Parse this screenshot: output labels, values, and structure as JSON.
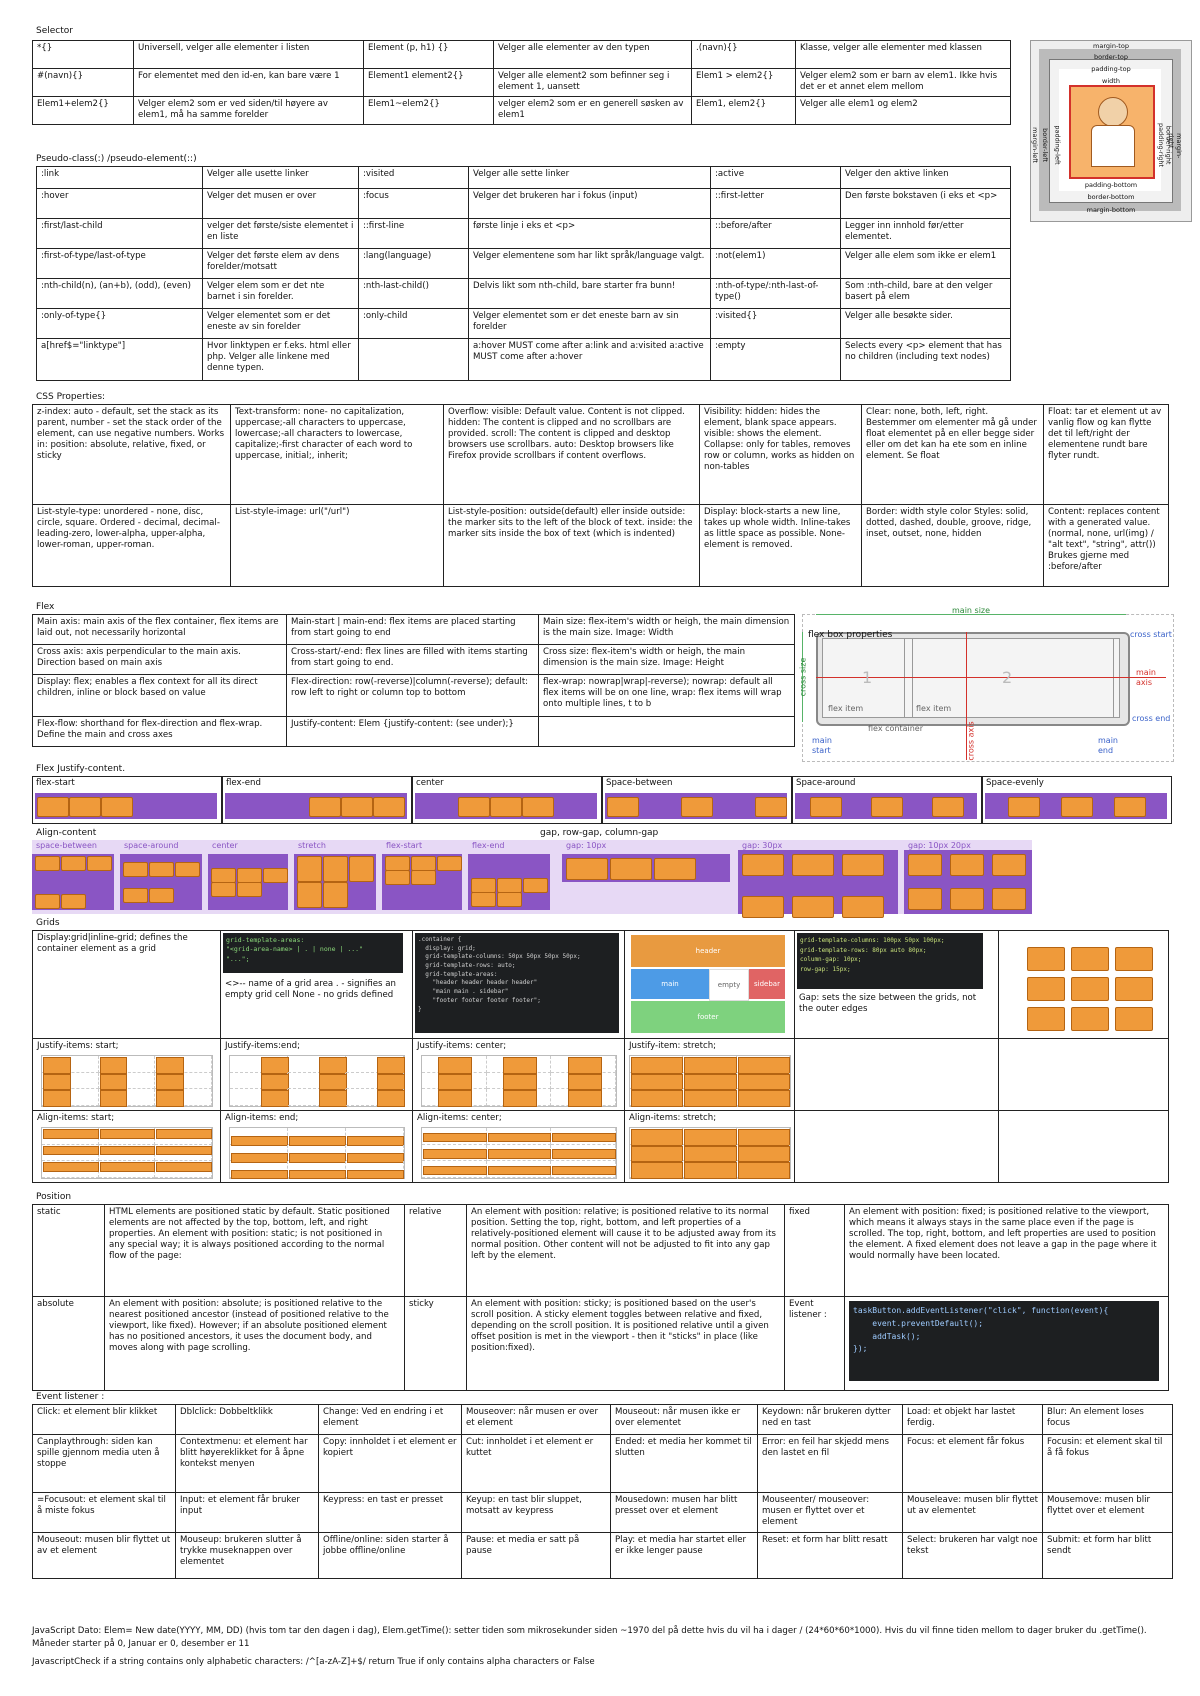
{
  "sections": {
    "selector": "Selector",
    "pseudo": "Pseudo-class(:) /pseudo-element(::)",
    "css": "CSS Properties:",
    "flex": "Flex",
    "flex_justify": "Flex Justify-content.",
    "align_content": "Align-content",
    "gap_title": "gap, row-gap, column-gap",
    "grids": "Grids",
    "position": "Position",
    "event": "Event listener :"
  },
  "selector_rows": [
    [
      "*{}",
      "Universell, velger alle elementer i listen",
      "Element (p, h1) {}",
      "Velger alle elementer av den typen",
      ".(navn){}",
      "Klasse, velger alle elementer med klassen"
    ],
    [
      "#(navn){}",
      "For elementet med den id-en, kan bare være 1",
      "Element1 element2{}",
      "Velger alle element2 som befinner seg i element 1, uansett",
      "Elem1 > elem2{}",
      "Velger elem2 som er barn av elem1. Ikke hvis det er et annet elem mellom"
    ],
    [
      "Elem1+elem2{}",
      "Velger elem2 som er ved siden/til høyere av elem1, må ha samme forelder",
      "Elem1~elem2{}",
      "velger elem2 som er en generell søsken av elem1",
      "Elem1, elem2{}",
      "Velger alle elem1 og elem2"
    ]
  ],
  "box_model": {
    "margin_top": "margin-top",
    "border_top": "border-top",
    "padding_top": "padding-top",
    "width": "width",
    "padding_bottom": "padding-bottom",
    "border_bottom": "border-bottom",
    "margin_bottom": "margin-bottom",
    "margin_left": "margin-left",
    "border_left": "border-left",
    "padding_left": "padding-left",
    "padding_right": "padding-right",
    "border_right": "border-right",
    "margin_right": "margin-right"
  },
  "pseudo_rows": [
    [
      ":link",
      "Velger alle usette linker",
      ":visited",
      "Velger alle sette linker",
      ":active",
      "Velger den aktive linken"
    ],
    [
      ":hover",
      "Velger det musen er over",
      ":focus",
      "Velger det brukeren har i fokus (input)",
      "::first-letter",
      "Den første bokstaven (i eks et <p>"
    ],
    [
      ":first/last-child",
      "velger det første/siste elementet i en liste",
      "::first-line",
      "første linje i eks et <p>",
      "::before/after",
      "Legger inn innhold før/etter elementet."
    ],
    [
      ":first-of-type/last-of-type",
      "Velger det første elem av dens forelder/motsatt",
      ":lang(language)",
      "Velger elementene som har likt språk/language valgt.",
      ":not(elem1)",
      "Velger alle elem som ikke er elem1"
    ],
    [
      ":nth-child(n), (an+b), (odd), (even)",
      "Velger elem som er det nte barnet i sin forelder.",
      ":nth-last-child()",
      "Delvis likt som nth-child, bare starter fra bunn!",
      ":nth-of-type/:nth-last-of-type()",
      "Som :nth-child, bare at den velger basert på elem"
    ],
    [
      ":only-of-type{}",
      "Velger elementet som er det eneste av sin forelder",
      ":only-child",
      "Velger elementet som er det eneste barn av sin forelder",
      ":visited{}",
      "Velger alle besøkte sider."
    ],
    [
      "a[href$=\"linktype\"]",
      "Hvor linktypen er f.eks. html eller php. Velger alle linkene med denne typen.",
      "",
      "a:hover MUST come after a:link and a:visited a:active MUST come after a:hover",
      ":empty",
      "Selects every <p> element that has no children (including text nodes)"
    ]
  ],
  "css_row1": [
    "z-index: auto - default, set the stack as its parent, number - set the stack order of the element, can use negative numbers. Works in: position: absolute, relative, fixed, or sticky",
    "Text-transform: none- no capitalization, uppercase;-all characters to uppercase, lowercase;-all characters to lowercase, capitalize;-first character of each word to uppercase, initial;, inherit;",
    "Overflow: visible: Default value. Content is not clipped. hidden: The content is clipped and no scrollbars are provided. scroll: The content is clipped and desktop browsers use scrollbars. auto: Desktop browsers like Firefox provide scrollbars if content overflows.",
    "Visibility: hidden: hides the element, blank space appears. visible: shows the element. Collapse: only for tables, removes row or column, works as hidden on non-tables",
    "Clear: none, both, left, right. Bestemmer om elementer må gå under float elementet på en eller begge sider eller om det kan ha ete som en inline element. Se float",
    "Float: tar et element ut av vanlig flow og kan flytte det til left/right der elementene rundt bare flyter rundt."
  ],
  "css_row2": [
    "List-style-type: unordered - none, disc, circle, square. Ordered - decimal, decimal-leading-zero, lower-alpha, upper-alpha, lower-roman, upper-roman.",
    "List-style-image: url(\"/url\")",
    "List-style-position: outside(default) eller inside outside: the marker sits to the left of the block of text. inside: the marker sits inside the box of text (which is indented)",
    "Display: block-starts a new line, takes up whole width. Inline-takes as little space as possible. None-element is removed.",
    "Border: width style color Styles: solid, dotted, dashed, double, groove, ridge, inset, outset, none, hidden",
    "Content: replaces content with a generated value. (normal, none, url(img) / \"alt text\", \"string\", attr()) Brukes gjerne med :before/after"
  ],
  "flex_rows": [
    [
      "Main axis: main axis of the flex container, flex items are laid out, not necessarily horizontal",
      "Main-start | main-end: flex items are placed starting from start going to end",
      "Main size: flex-item's width or heigh, the main dimension is the main size. Image: Width"
    ],
    [
      "Cross axis: axis perpendicular to the main axis. Direction based on main axis",
      "Cross-start/-end: flex lines are filled with items starting from start going to end.",
      "Cross size: flex-item's width or heigh, the main dimension is the main size. Image: Height"
    ],
    [
      "Display: flex; enables a flex context for all its direct children, inline or block based on value",
      "Flex-direction: row(-reverse)|column(-reverse); default: row left to right or column top to bottom",
      "flex-wrap: nowrap|wrap|-reverse); nowrap: default all flex items will be on one line, wrap: flex items will wrap onto multiple lines, t to b"
    ],
    [
      "Flex-flow: shorthand for flex-direction and flex-wrap. Define the main and cross axes",
      "Justify-content: Elem {justify-content: (see under);}",
      ""
    ]
  ],
  "flex_diagram": {
    "title": "flex box properties",
    "main_size": "main size",
    "cross_start": "cross start",
    "main_axis": "main axis",
    "cross_end": "cross end",
    "cross_size": "cross size",
    "item1": "1",
    "item2": "2",
    "flex_item": "flex item",
    "flex_container": "flex container",
    "main_start": "main start",
    "main_end": "main end",
    "cross_axis": "cross axis"
  },
  "justify_labels": [
    "flex-start",
    "flex-end",
    "center",
    "Space-between",
    "Space-around",
    "Space-evenly"
  ],
  "align_labels": [
    "space-between",
    "space-around",
    "center",
    "stretch",
    "flex-start",
    "flex-end"
  ],
  "gap_labels": [
    "gap: 10px",
    "gap: 30px",
    "gap: 10px 20px"
  ],
  "grids": {
    "display": "Display:grid|inline-grid; defines the container element as a grid",
    "areas_note": "<>-- name of a grid area . - signifies an empty grid cell None - no grids defined",
    "gap_note": "Gap: sets the size between the grids, not the outer edges",
    "layout": {
      "header": "header",
      "main": "main",
      "empty": "empty",
      "sidebar": "sidebar",
      "footer": "footer"
    },
    "justify": [
      "Justify-items: start;",
      "Justify-items:end;",
      "Justify-items: center;",
      "Justify-item: stretch;"
    ],
    "align": [
      "Align-items: start;",
      "Align-items: end;",
      "Align-items: center;",
      "Align-items: stretch;"
    ],
    "code1": [
      "grid-template-areas:",
      "\"<grid-area-name> | . | none | ...\"",
      "\"...\";"
    ],
    "code2": [
      ".container {",
      "  display: grid;",
      "  grid-template-columns: 50px 50px 50px 50px;",
      "  grid-template-rows: auto;",
      "  grid-template-areas:",
      "    \"header header header header\"",
      "    \"main main . sidebar\"",
      "    \"footer footer footer footer\";",
      "}"
    ],
    "code3": [
      "grid-template-columns: 100px 50px 100px;",
      "grid-template-rows: 80px auto 80px;",
      "column-gap: 10px;",
      "row-gap: 15px;"
    ]
  },
  "position_rows": [
    [
      "static",
      "HTML elements are positioned static by default. Static positioned elements are not affected by the top, bottom, left, and right properties. An element with position: static; is not positioned in any special way; it is always positioned according to the normal flow of the page:",
      "relative",
      "An element with position: relative; is positioned relative to its normal position. Setting the top, right, bottom, and left properties of a relatively-positioned element will cause it to be adjusted away from its normal position. Other content will not be adjusted to fit into any gap left by the element.",
      "fixed",
      "An element with position: fixed; is positioned relative to the viewport, which means it always stays in the same place even if the page is scrolled. The top, right, bottom, and left properties are used to position the element. A fixed element does not leave a gap in the page where it would normally have been located."
    ],
    [
      "absolute",
      "An element with position: absolute; is positioned relative to the nearest positioned ancestor (instead of positioned relative to the viewport, like fixed). However; if an absolute positioned element has no positioned ancestors, it uses the document body, and moves along with page scrolling.",
      "sticky",
      "An element with position: sticky; is positioned based on the user's scroll position. A sticky element toggles between relative and fixed, depending on the scroll position. It is positioned relative until a given offset position is met in the viewport - then it \"sticks\" in place (like position:fixed).",
      "Event listener :",
      ""
    ]
  ],
  "event_code": [
    "taskButton.addEventListener(\"click\", function(event){",
    "    event.preventDefault();",
    "    addTask();",
    "});"
  ],
  "event_rows": [
    [
      "Click: et element blir klikket",
      "Dblclick: Dobbeltklikk",
      "Change: Ved en endring i et element",
      "Mouseover: når musen er over et element",
      "Mouseout: når musen ikke er over elementet",
      "Keydown: når brukeren dytter ned en tast",
      "Load: et objekt har lastet ferdig.",
      "Blur: An element loses focus"
    ],
    [
      "Canplaythrough: siden kan spille gjennom media uten å stoppe",
      "Contextmenu: et element har blitt høyereklikket for å åpne kontekst menyen",
      "Copy: innholdet i et element er kopiert",
      "Cut: innholdet i et element er kuttet",
      "Ended: et media her kommet til slutten",
      "Error: en feil har skjedd mens den lastet en fil",
      "Focus: et element får fokus",
      "Focusin: et element skal til å få fokus"
    ],
    [
      "=Focusout: et element skal til å miste fokus",
      "Input: et element får bruker input",
      "Keypress: en tast er presset",
      "Keyup: en tast blir sluppet, motsatt av keypress",
      "Mousedown: musen har blitt presset over et element",
      "Mouseenter/ mouseover: musen er flyttet over et element",
      "Mouseleave: musen blir flyttet ut av elementet",
      "Mousemove: musen blir flyttet over et element"
    ],
    [
      "Mouseout: musen blir flyttet ut av et element",
      "Mouseup: brukeren slutter å trykke museknappen over elementet",
      "Offline/online: siden starter å jobbe offline/online",
      "Pause: et media er satt på pause",
      "Play: et media har startet eller er ikke lenger pause",
      "Reset: et form har blitt resatt",
      "Select: brukeren har valgt noe tekst",
      "Submit: et form har blitt sendt"
    ]
  ],
  "footer": {
    "line1": "JavaScript Dato: Elem= New date(YYYY, MM, DD) (hvis tom tar den dagen i dag), Elem.getTime(): setter tiden som mikrosekunder siden ~1970 del på dette hvis du vil ha i dager / (24*60*60*1000). Hvis du vil finne tiden mellom to dager bruker du .getTime(). Måneder starter på 0, Januar er 0, desember er 11",
    "line2": "JavascriptCheck if a string contains only alphabetic characters: /^[a-zA-Z]+$/ return True if only contains alpha characters or False"
  },
  "colors": {
    "orange": "#ef9a3a",
    "purple": "#8a55c4",
    "code_bg": "#1d1f21",
    "header_green": "#57b368",
    "main_blue": "#4d9be6",
    "sidebar_red": "#e06464",
    "footer_green": "#7ed27e"
  }
}
